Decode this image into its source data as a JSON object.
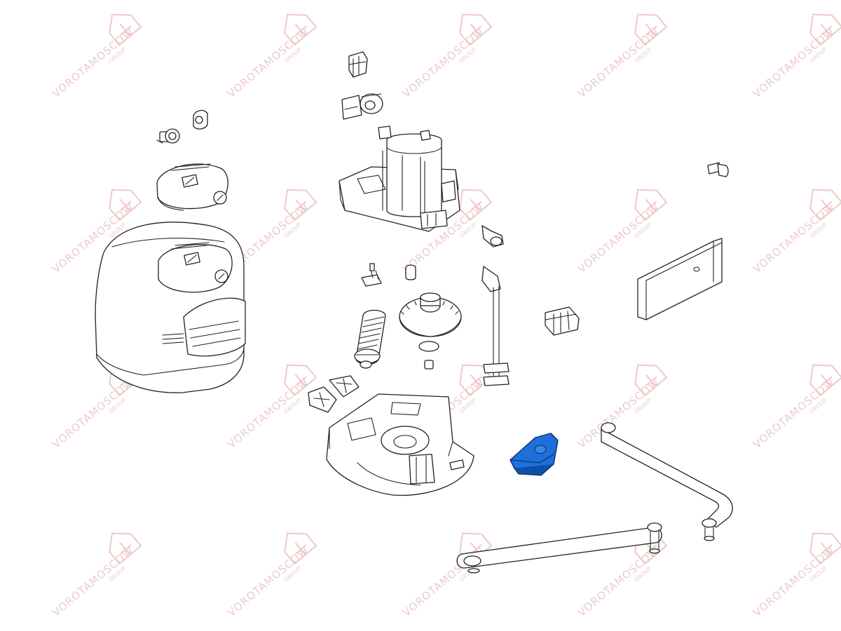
{
  "watermark": {
    "brand": "VOROTAMOSCOW",
    "sub": "GROUP",
    "color": "#e6b9b9"
  },
  "colors": {
    "line": "#222222",
    "highlight": "#1e6fd9",
    "highlight_dark": "#0f4fa8",
    "background": "#ffffff"
  },
  "parts": [
    {
      "name": "cover",
      "highlighted": false
    },
    {
      "name": "cover-cap",
      "highlighted": false
    },
    {
      "name": "release-lock",
      "highlighted": false
    },
    {
      "name": "lock-cap",
      "highlighted": false
    },
    {
      "name": "connector",
      "highlighted": false
    },
    {
      "name": "encoder",
      "highlighted": false
    },
    {
      "name": "motor-assembly",
      "highlighted": false
    },
    {
      "name": "limit-switch",
      "highlighted": false
    },
    {
      "name": "worm-shaft",
      "highlighted": false
    },
    {
      "name": "bearing",
      "highlighted": false
    },
    {
      "name": "gear-wheel",
      "highlighted": false
    },
    {
      "name": "release-rod",
      "highlighted": false
    },
    {
      "name": "release-lever",
      "highlighted": false
    },
    {
      "name": "gaskets",
      "highlighted": false
    },
    {
      "name": "base-plate",
      "highlighted": false
    },
    {
      "name": "terminal-block",
      "highlighted": false
    },
    {
      "name": "key",
      "highlighted": false
    },
    {
      "name": "control-board-bracket",
      "highlighted": false
    },
    {
      "name": "mechanical-stop",
      "highlighted": true
    },
    {
      "name": "curved-arm",
      "highlighted": false
    },
    {
      "name": "straight-arm",
      "highlighted": false
    }
  ]
}
